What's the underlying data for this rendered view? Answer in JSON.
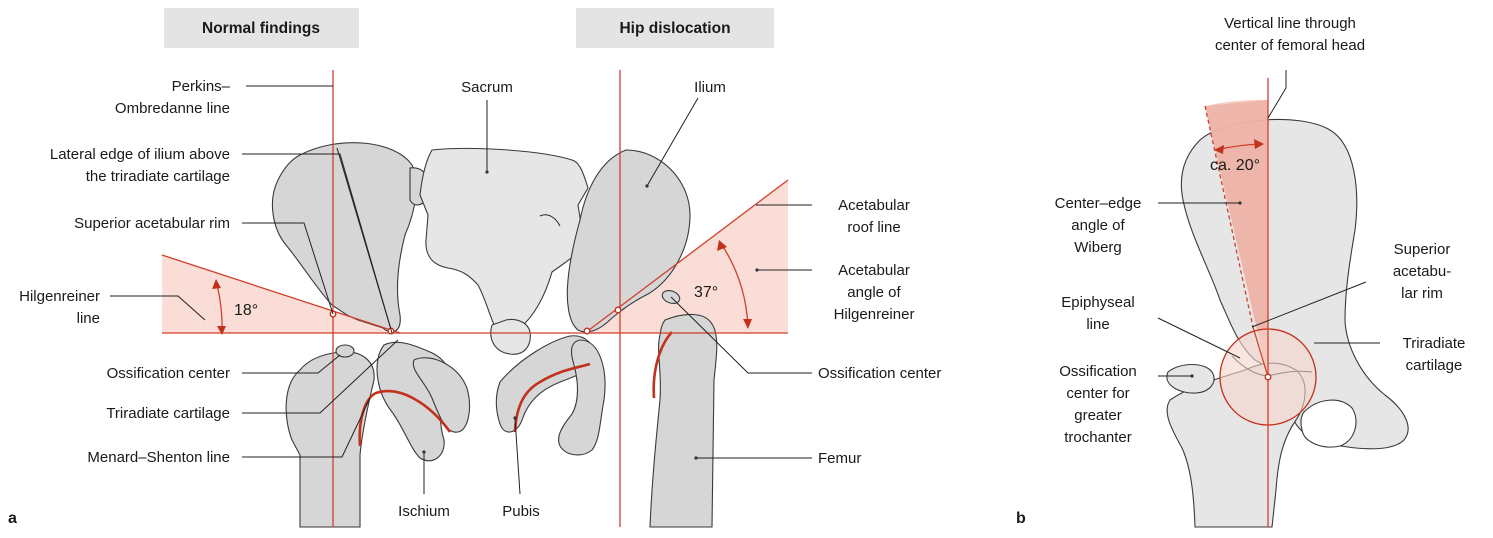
{
  "panel_a": {
    "letter": "a",
    "header_normal": "Normal findings",
    "header_dislocation": "Hip dislocation",
    "labels": {
      "perkins_1": "Perkins–",
      "perkins_2": "Ombredanne line",
      "lateral_edge_1": "Lateral edge of ilium above",
      "lateral_edge_2": "the triradiate cartilage",
      "superior_rim": "Superior acetabular rim",
      "hilgenreiner_1": "Hilgenreiner",
      "hilgenreiner_2": "line",
      "ossification_left": "Ossification center",
      "triradiate": "Triradiate cartilage",
      "menard": "Menard–Shenton line",
      "sacrum": "Sacrum",
      "ilium": "Ilium",
      "ischium": "Ischium",
      "pubis": "Pubis",
      "roof_1": "Acetabular",
      "roof_2": "roof line",
      "angle_hilg_1": "Acetabular",
      "angle_hilg_2": "angle of",
      "angle_hilg_3": "Hilgenreiner",
      "ossification_right": "Ossification center",
      "femur": "Femur",
      "angle_normal": "18°",
      "angle_dislocation": "37°"
    }
  },
  "panel_b": {
    "letter": "b",
    "labels": {
      "vertical_1": "Vertical line through",
      "vertical_2": "center of femoral head",
      "ce_1": "Center–edge",
      "ce_2": "angle of",
      "ce_3": "Wiberg",
      "angle": "ca. 20°",
      "sup_1": "Superior",
      "sup_2": "acetabu-",
      "sup_3": "lar rim",
      "tri_1": "Triradiate",
      "tri_2": "cartilage",
      "epi_1": "Epiphyseal",
      "epi_2": "line",
      "oss_1": "Ossification",
      "oss_2": "center for",
      "oss_3": "greater",
      "oss_4": "trochanter"
    }
  },
  "colors": {
    "bone": "#d6d6d7",
    "bone_light": "#e6e6e7",
    "accent_red": "#c2311b",
    "angle_fill": "#f9ddd6",
    "header_bg": "#e4e4e5"
  }
}
